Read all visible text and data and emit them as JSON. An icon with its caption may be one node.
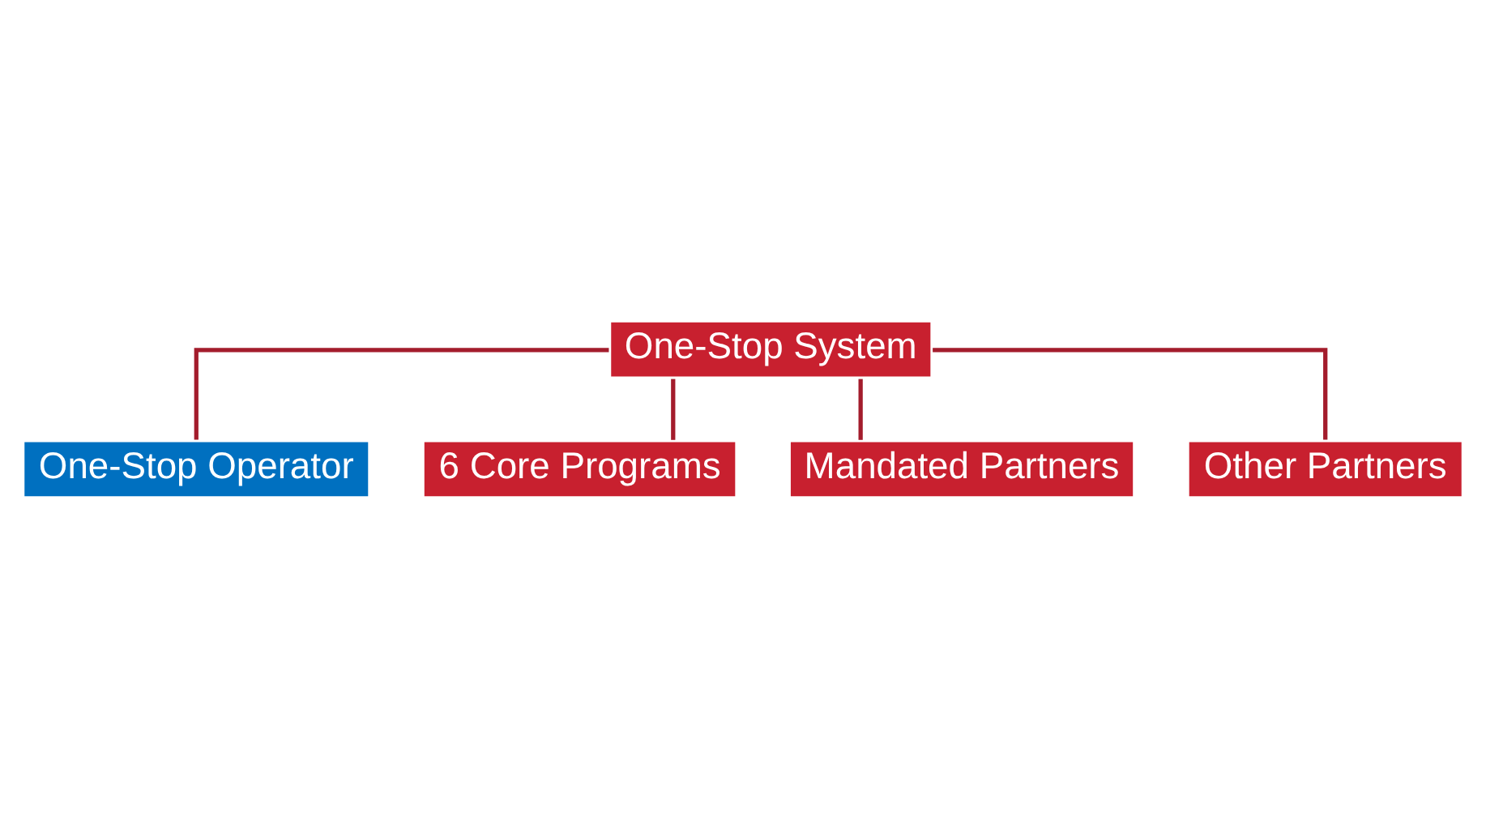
{
  "diagram": {
    "nodes": [
      {
        "text": [
          "One-Stop System"
        ]
      },
      {
        "text": [
          "One-Stop Operator"
        ]
      },
      {
        "text": [
          "6 Core Programs"
        ]
      },
      {
        "text": [
          "Mandated Partners"
        ]
      },
      {
        "text": [
          "Other Partners"
        ]
      }
    ],
    "edges": [
      {
        "from": 0,
        "to": 1,
        "arrow": "none"
      },
      {
        "from": 0,
        "to": 2,
        "arrow": "none"
      },
      {
        "from": 0,
        "to": 3,
        "arrow": "none"
      },
      {
        "from": 0,
        "to": 4,
        "arrow": "none"
      }
    ]
  }
}
